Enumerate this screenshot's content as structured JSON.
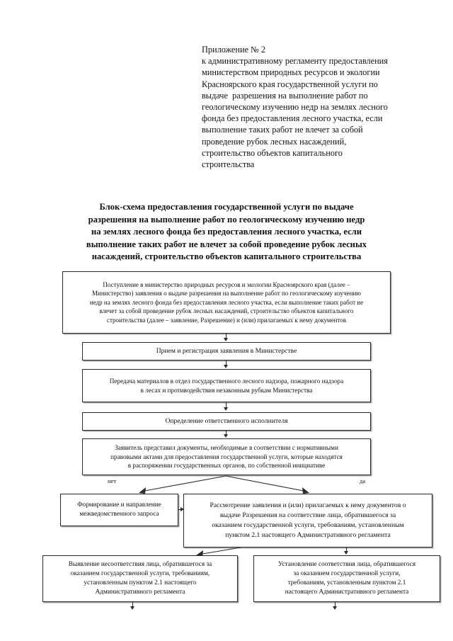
{
  "document": {
    "header": {
      "lines": [
        "Приложение № 2",
        "к административному регламенту предоставления",
        "министерством природных ресурсов и экологии",
        "Красноярского края государственной услуги по",
        "выдаче  разрешения на выполнение работ по",
        "геологическому изучению недр на землях лесного",
        "фонда без предоставления лесного участка, если",
        "выполнение таких работ не влечет за собой",
        "проведение рубок лесных насаждений,",
        "строительство объектов капитального",
        "строительства"
      ]
    },
    "title": {
      "lines": [
        "Блок-схема предоставления государственной услуги по выдаче",
        "разрешения на выполнение работ по геологическому изучению недр",
        "на землях лесного фонда без предоставления лесного участка, если",
        "выполнение таких работ не влечет за собой проведение рубок лесных",
        "насаждений, строительство объектов капитального строительства"
      ]
    },
    "flowchart": {
      "boxes": {
        "intake": {
          "lines": [
            "Поступление в министерство природных ресурсов и экологии Красноярского края (далее –",
            "Министерство) заявления о выдаче разрешения на выполнение работ по геологическому изучению",
            "недр на землях лесного фонда без предоставления лесного участка, если выполнение таких работ не",
            "влечет за собой проведение рубок лесных насаждений, строительство объектов капитального",
            "строительства (далее – заявление, Разрешение) и (или) прилагаемых к нему документов"
          ]
        },
        "registration": {
          "lines": [
            "Прием и регистрация заявления в Министерстве"
          ]
        },
        "transfer": {
          "lines": [
            "Передача материалов в отдел государственного лесного надзора, пожарного надзора",
            "в лесах и противодействия незаконным рубкам Министерства"
          ]
        },
        "assign": {
          "lines": [
            "Определение ответственного исполнителя"
          ]
        },
        "decision": {
          "lines": [
            "Заявитель представил документы, необходимые в соответствии с нормативными",
            "правовыми актами для предоставления государственной услуги, которые находятся",
            "в распоряжении государственных органов, по собственной инициативе"
          ]
        },
        "interagency": {
          "lines": [
            "Формирование и направление",
            "межведомственного запроса"
          ]
        },
        "review": {
          "lines": [
            "Рассмотрение заявления и (или) прилагаемых к нему документов о",
            "выдаче Разрешения на соответствие лица, обратившегося за",
            "оказанием государственной услуги, требованиям, установленным",
            "пунктом 2.1 настоящего Административного регламента"
          ]
        },
        "noncompliance": {
          "lines": [
            "Выявление несоответствия лица, обратившегося за",
            "оказанием государственной услуги, требованиям,",
            "установленным пунктом 2.1 настоящего",
            "Административного регламента"
          ]
        },
        "compliance": {
          "lines": [
            "Установление соответствия лица, обратившегося",
            "за оказанием государственной услуги,",
            "требованиям, установленным пунктом 2.1",
            "настоящего Административного регламента"
          ]
        }
      },
      "branch_labels": {
        "no": "нет",
        "yes": "да"
      }
    },
    "colors": {
      "ink": "#111111",
      "border": "#2a2a2a",
      "shadow": "#5a5a5a",
      "background": "#ffffff"
    }
  }
}
